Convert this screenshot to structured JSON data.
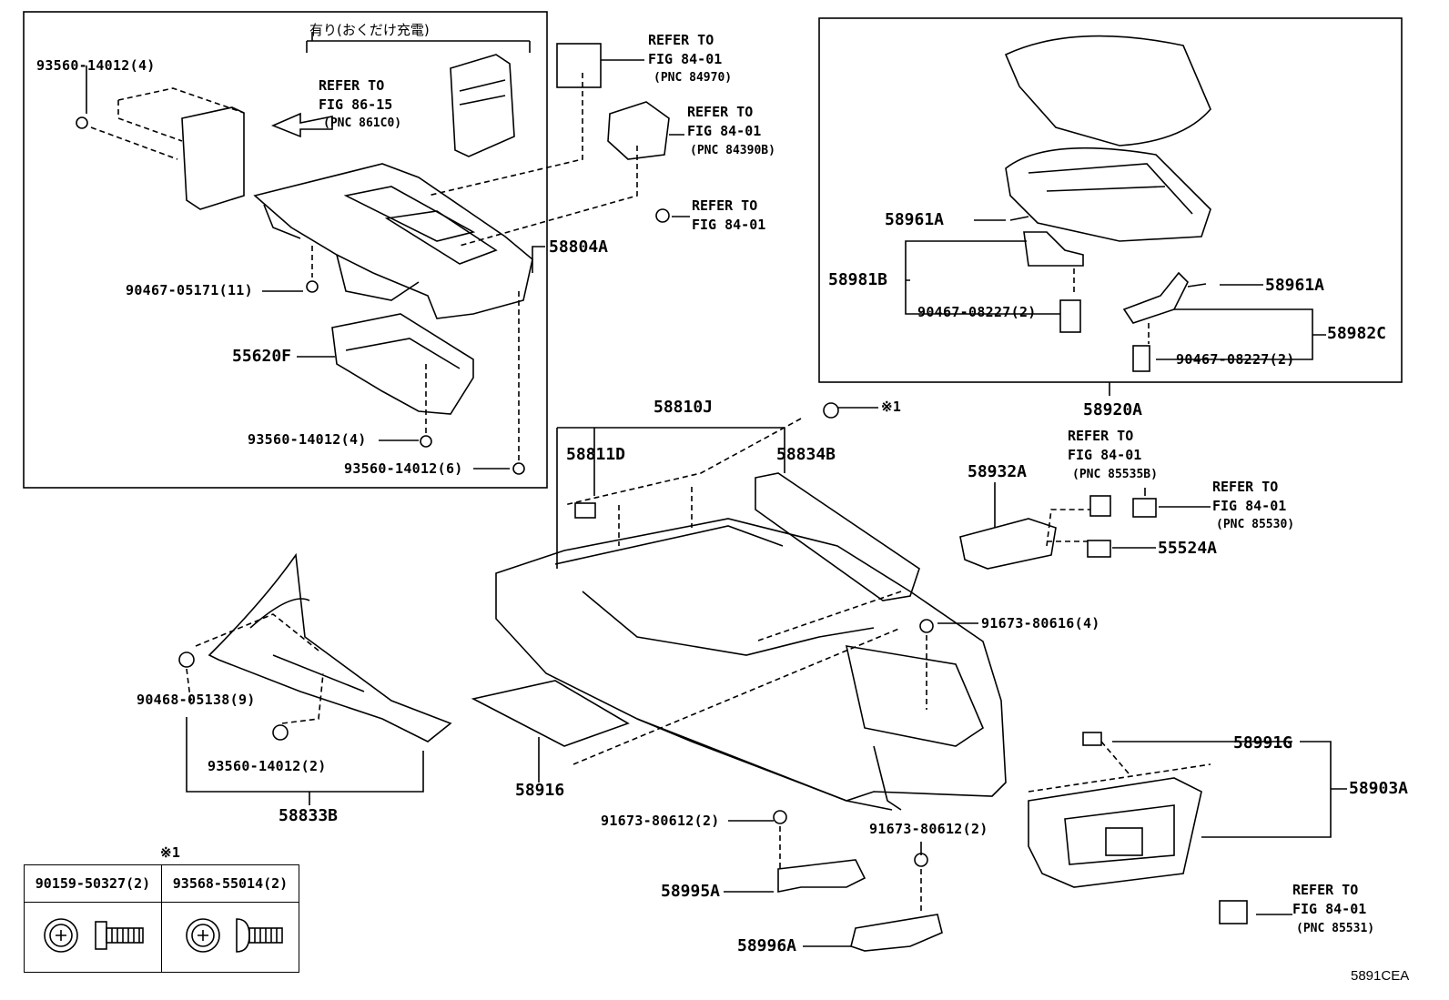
{
  "labels": {
    "jp_note": "有り(おくだけ充電)",
    "p_93560_14012_4a": "93560-14012(4)",
    "ref_86_15_a": "REFER TO",
    "ref_86_15_b": "FIG 86-15",
    "ref_86_15_c": "(PNC 861C0)",
    "p_90467_05171": "90467-05171(11)",
    "p_55620F": "55620F",
    "p_93560_14012_4b": "93560-14012(4)",
    "p_93560_14012_6": "93560-14012(6)",
    "p_58804A": "58804A",
    "ref_84970_a": "REFER TO",
    "ref_84970_b": "FIG 84-01",
    "ref_84970_c": "(PNC 84970)",
    "ref_84390_a": "REFER TO",
    "ref_84390_b": "FIG 84-01",
    "ref_84390_c": "(PNC 84390B)",
    "ref_8401_a": "REFER TO",
    "ref_8401_b": "FIG 84-01",
    "p_58961A_a": "58961A",
    "p_58981B": "58981B",
    "p_90467_08227_a": "90467-08227(2)",
    "p_58961A_b": "58961A",
    "p_58982C": "58982C",
    "p_90467_08227_b": "90467-08227(2)",
    "p_58920A": "58920A",
    "p_58810J": "58810J",
    "mark_1": "※1",
    "p_58811D": "58811D",
    "p_58834B": "58834B",
    "p_58932A": "58932A",
    "ref_85535_a": "REFER TO",
    "ref_85535_b": "FIG 84-01",
    "ref_85535_c": "(PNC 85535B)",
    "ref_85530_a": "REFER TO",
    "ref_85530_b": "FIG 84-01",
    "ref_85530_c": "(PNC 85530)",
    "p_55524A": "55524A",
    "p_91673_80616": "91673-80616(4)",
    "p_90468_05138": "90468-05138(9)",
    "p_93560_14012_2": "93560-14012(2)",
    "p_58833B": "58833B",
    "p_58916": "58916",
    "p_91673_80612_a": "91673-80612(2)",
    "p_91673_80612_b": "91673-80612(2)",
    "p_58995A": "58995A",
    "p_58996A": "58996A",
    "p_58991G": "58991G",
    "p_58903A": "58903A",
    "ref_85531_a": "REFER TO",
    "ref_85531_b": "FIG 84-01",
    "ref_85531_c": "(PNC 85531)"
  },
  "legend": {
    "mark": "※1",
    "col1": "90159-50327(2)",
    "col2": "93568-55014(2)"
  },
  "diagram_code": "5891CEA"
}
